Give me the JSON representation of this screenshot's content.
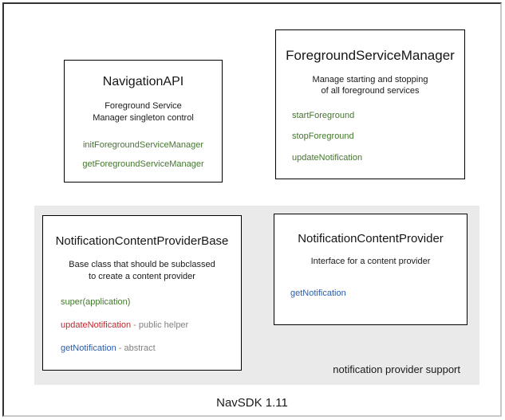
{
  "diagram": {
    "caption": "NavSDK 1.11",
    "group_panel": {
      "label": "notification provider support",
      "background": "#eaeaea"
    },
    "colors": {
      "green": "#44762f",
      "red": "#c0272d",
      "blue": "#2a5caa",
      "gray_note": "#808080",
      "text": "#161616",
      "border": "#000000"
    },
    "boxes": [
      {
        "id": "navigation-api",
        "title": "NavigationAPI",
        "description_lines": [
          "Foreground Service",
          "Manager singleton control"
        ],
        "members": [
          {
            "name": "initForegroundServiceManager",
            "note": "",
            "color": "#44762f"
          },
          {
            "name": "getForegroundServiceManager",
            "note": "",
            "color": "#44762f"
          }
        ]
      },
      {
        "id": "foreground-service-manager",
        "title": "ForegroundServiceManager",
        "description_lines": [
          "Manage starting and stopping",
          "of all foreground services"
        ],
        "members": [
          {
            "name": "startForeground",
            "note": "",
            "color": "#44762f"
          },
          {
            "name": "stopForeground",
            "note": "",
            "color": "#44762f"
          },
          {
            "name": "updateNotification",
            "note": "",
            "color": "#44762f"
          }
        ]
      },
      {
        "id": "notification-content-provider-base",
        "title": "NotificationContentProviderBase",
        "description_lines": [
          "Base class that should be subclassed",
          "to create a content provider"
        ],
        "members": [
          {
            "name": "super(application)",
            "note": "",
            "color": "#44762f"
          },
          {
            "name": "updateNotification",
            "note": " - public helper",
            "color": "#c0272d"
          },
          {
            "name": "getNotification",
            "note": " - abstract",
            "color": "#2a5caa"
          }
        ]
      },
      {
        "id": "notification-content-provider",
        "title": "NotificationContentProvider",
        "description_lines": [
          "Interface for a content provider"
        ],
        "members": [
          {
            "name": "getNotification",
            "note": "",
            "color": "#2a5caa"
          }
        ]
      }
    ]
  }
}
